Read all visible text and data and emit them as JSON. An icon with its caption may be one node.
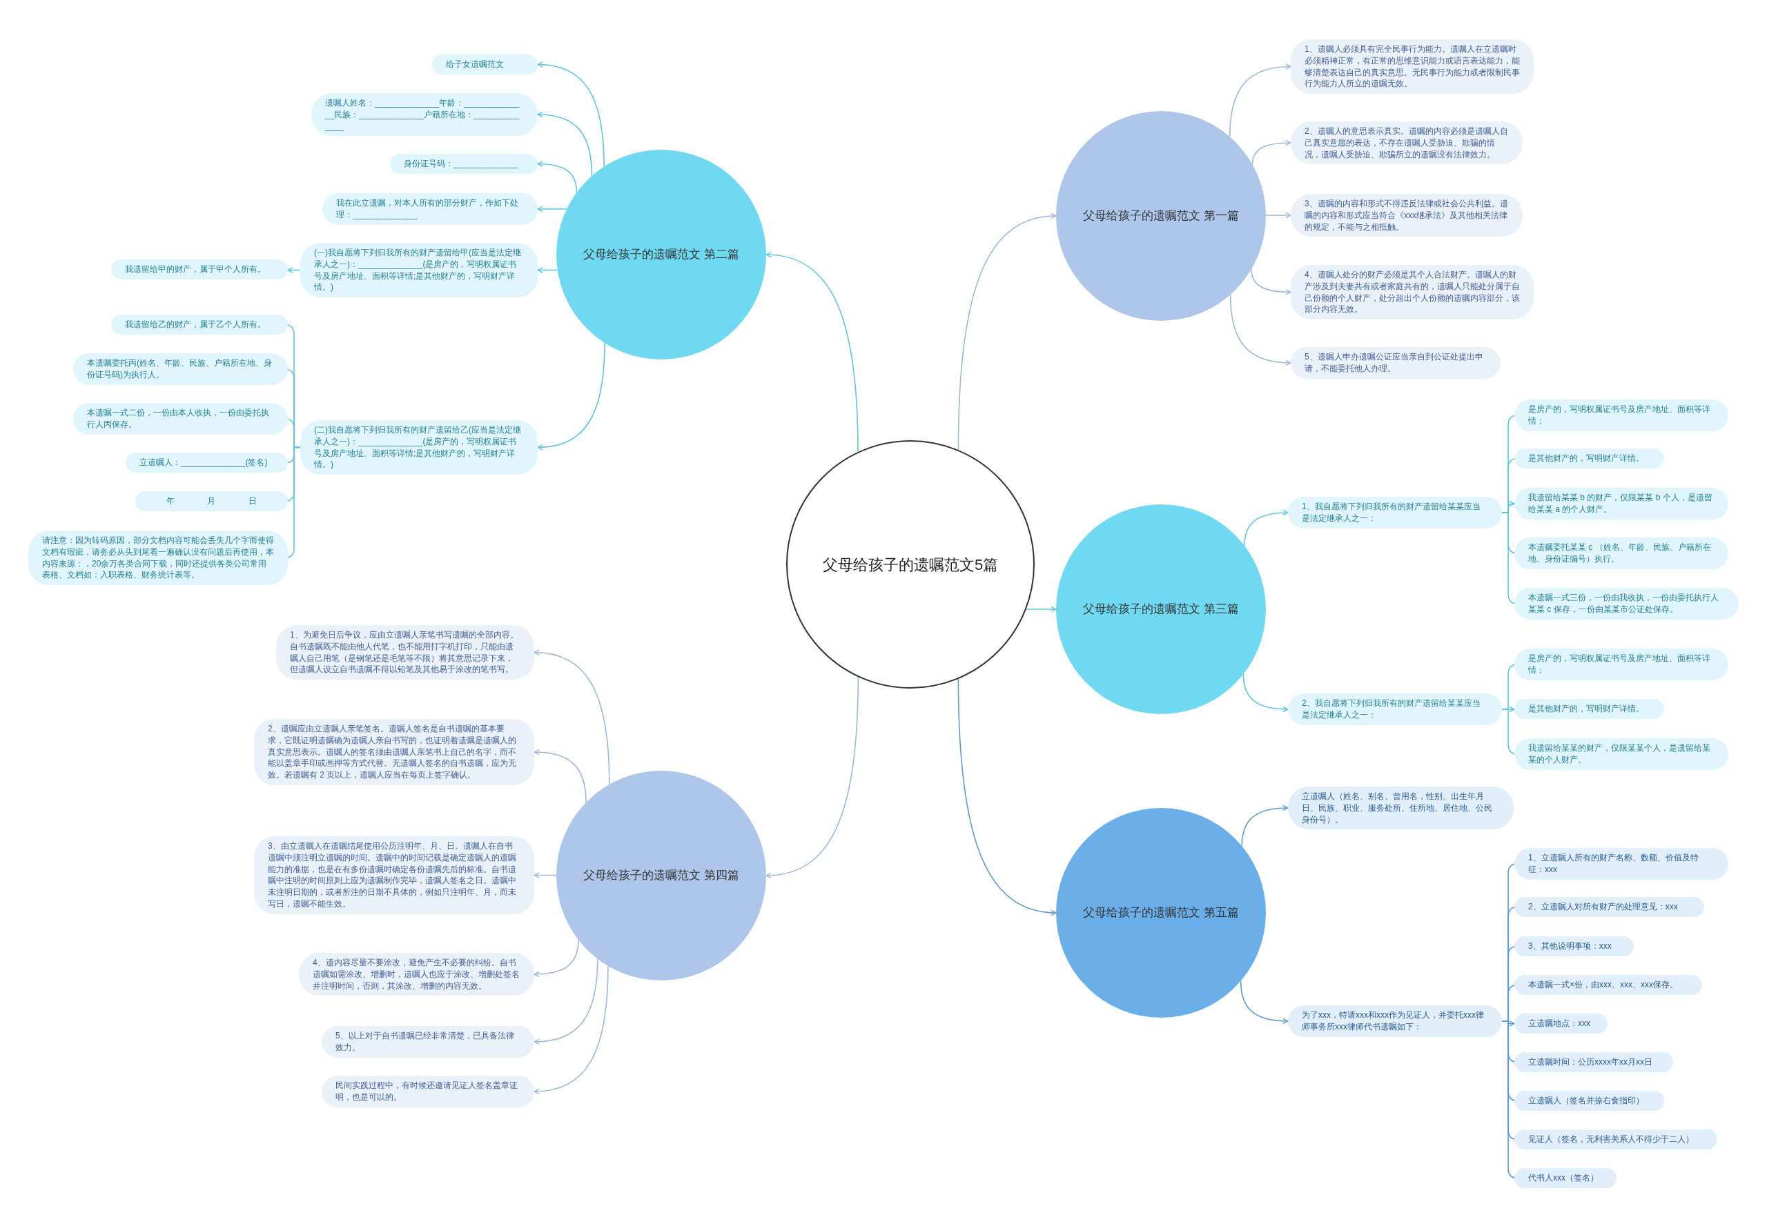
{
  "diagram": {
    "nodes": [
      {
        "text": [
          "父母给孩子的遗嘱范文5篇"
        ]
      },
      {
        "text": [
          "父母给孩子的遗嘱范文 第一篇"
        ]
      },
      {
        "text": [
          "1、遗嘱人必须具有完全民事行为能力。遗嘱人在立遗嘱时必须精神正常，有正常的思维意识能力或语言表达能力，能够清楚表达自己的真实意思。无民事行为能力或者限制民事行为能力人所立的遗嘱无效。"
        ]
      },
      {
        "text": [
          "2、遗嘱人的意思表示真实。遗嘱的内容必须是遗嘱人自己真实意愿的表达，不存在遗嘱人受胁迫、欺骗的情况，遗嘱人受胁迫、欺骗所立的遗嘱没有法律效力。"
        ]
      },
      {
        "text": [
          "3、遗嘱的内容和形式不得违反法律或社会公共利益。遗嘱的内容和形式应当符合《xxx继承法》及其他相关法律的规定，不能与之相抵触。"
        ]
      },
      {
        "text": [
          "4、遗嘱人处分的财产必须是其个人合法财产。遗嘱人的财产涉及到夫妻共有或者家庭共有的，遗嘱人只能处分属于自己份额的个人财产，处分超出个人份额的遗嘱内容部分，该部分内容无效。"
        ]
      },
      {
        "text": [
          "5、遗嘱人申办遗嘱公证应当亲自到公证处提出申请，不能委托他人办理。"
        ]
      },
      {
        "text": [
          "父母给孩子的遗嘱范文 第二篇"
        ]
      },
      {
        "text": [
          "给子女遗嘱范文"
        ]
      },
      {
        "text": [
          "遗嘱人姓名：______________年龄：______________民族：______________户籍所在地：______________"
        ]
      },
      {
        "text": [
          "身份证号码：______________"
        ]
      },
      {
        "text": [
          "我在此立遗嘱，对本人所有的部分财产，作如下处理：______________"
        ]
      },
      {
        "text": [
          "(一)我自愿将下列归我所有的财产遗留给甲(应当是法定继承人之一)：______________(是房产的，写明权属证书号及房产地址、面积等详情;是其他财产的，写明财产详情。)"
        ]
      },
      {
        "text": [
          "我遗留给甲的财产，属于甲个人所有。"
        ]
      },
      {
        "text": [
          "(二)我自愿将下列归我所有的财产遗留给乙(应当是法定继承人之一)：______________(是房产的，写明权属证书号及房产地址、面积等详情;是其他财产的，写明财产详情。)"
        ]
      },
      {
        "text": [
          "我遗留给乙的财产，属于乙个人所有。"
        ]
      },
      {
        "text": [
          "本遗嘱委托丙(姓名、年龄、民族、户籍所在地、身份证号码)为执行人。"
        ]
      },
      {
        "text": [
          "本遗嘱一式二份，一份由本人收执，一份由委托执行人丙保存。"
        ]
      },
      {
        "text": [
          "立遗嘱人：______________(签名)"
        ]
      },
      {
        "text": [
          "年 月 日"
        ]
      },
      {
        "text": [
          "请注意：因为转码原因，部分文档内容可能会丢失几个字而使得文档有瑕疵，请务必从头到尾看一遍确认没有问题后再使用，本内容来源：，20余万各类合同下载，同时还提供各类公司常用表格、文档如：入职表格、财务统计表等。"
        ]
      },
      {
        "text": [
          "父母给孩子的遗嘱范文 第三篇"
        ]
      },
      {
        "text": [
          "1、我自愿将下列归我所有的财产遗留给某某应当是法定继承人之一："
        ]
      },
      {
        "text": [
          "是房产的，写明权属证书号及房产地址、面积等详情；"
        ]
      },
      {
        "text": [
          "是其他财产的，写明财产详情。"
        ]
      },
      {
        "text": [
          "我遗留给某某 b 的财产，仅限某某 b 个人，是遗留给某某 a 的个人财产。"
        ]
      },
      {
        "text": [
          "本遗嘱委托某某 c （姓名、年龄、民族、户籍所在地、身份证编号）执行。"
        ]
      },
      {
        "text": [
          "本遗嘱一式三份，一份由我收执，一份由委托执行人某某 c 保存，一份由某某市公证处保存。"
        ]
      },
      {
        "text": [
          "2、我自愿将下列归我所有的财产遗留给某某应当是法定继承人之一："
        ]
      },
      {
        "text": [
          "是房产的，写明权属证书号及房产地址、面积等详情；"
        ]
      },
      {
        "text": [
          "是其他财产的，写明财产详情。"
        ]
      },
      {
        "text": [
          "我遗留给某某的财产，仅限某某个人，是遗留给某某的个人财产。"
        ]
      },
      {
        "text": [
          "父母给孩子的遗嘱范文 第四篇"
        ]
      },
      {
        "text": [
          "1、为避免日后争议，应由立遗嘱人亲笔书写遗嘱的全部内容。自书遗嘱既不能由他人代笔，也不能用打字机打印，只能由遗嘱人自己用笔（是钢笔还是毛笔等不限）将其意思记录下来，但遗嘱人设立自书遗嘱不得以铅笔及其他易于涂改的笔书写。"
        ]
      },
      {
        "text": [
          "2、遗嘱应由立遗嘱人亲笔签名。遗嘱人签名是自书遗嘱的基本要求，它既证明遗嘱确为遗嘱人亲自书写的，也证明着遗嘱是遗嘱人的真实意思表示。遗嘱人的签名须由遗嘱人亲笔书上自己的名字，而不能以盖章手印或画押等方式代替。无遗嘱人签名的自书遗嘱，应为无效。若遗嘱有 2 页以上，遗嘱人应当在每页上签字确认。"
        ]
      },
      {
        "text": [
          "3、由立遗嘱人在遗嘱结尾使用公历注明年、月、日。遗嘱人在自书遗嘱中须注明立遗嘱的时间。遗嘱中的时间记载是确定遗嘱人的遗嘱能力的准据，也是在有多份遗嘱时确定各份遗嘱先后的标准。自书遗嘱中注明的时间原则上应为遗嘱制作完毕，遗嘱人签名之日。遗嘱中未注明日期的，或者所注的日期不具体的，例如只注明年、月，而未写日，遗嘱不能生效。"
        ]
      },
      {
        "text": [
          "4、遗内容尽量不要涂改，避免产生不必要的纠纷。自书遗嘱如需涂改、增删时，遗嘱人也应于涂改、增删处签名并注明时间，否则，其涂改、增删的内容无效。"
        ]
      },
      {
        "text": [
          "5、以上对于自书遗嘱已经非常清楚，已具备法律效力。"
        ]
      },
      {
        "text": [
          "民间实践过程中，有时候还邀请见证人签名盖章证明，也是可以的。"
        ]
      },
      {
        "text": [
          "父母给孩子的遗嘱范文 第五篇"
        ]
      },
      {
        "text": [
          "立遗嘱人（姓名、别名、曾用名，性别、出生年月日、民族、职业、服务处所、住所地、居住地、公民身份号）。"
        ]
      },
      {
        "text": [
          "为了xxx，特请xxx和xxx作为见证人，并委托xxx律师事务所xxx律师代书遗嘱如下："
        ]
      },
      {
        "text": [
          "1、立遗嘱人所有的财产名称、数额、价值及特征：xxx"
        ]
      },
      {
        "text": [
          "2、立遗嘱人对所有财产的处理意见：xxx"
        ]
      },
      {
        "text": [
          "3、其他说明事项：xxx"
        ]
      },
      {
        "text": [
          "本遗嘱一式×份，由xxx、xxx、xxx保存。"
        ]
      },
      {
        "text": [
          "立遗嘱地点：xxx"
        ]
      },
      {
        "text": [
          "立遗嘱时间：公历xxxx年xx月xx日"
        ]
      },
      {
        "text": [
          "立遗嘱人（签名并捺右食指印）"
        ]
      },
      {
        "text": [
          "见证人（签名，无利害关系人不得少于二人）"
        ]
      },
      {
        "text": [
          "代书人xxx（签名）"
        ]
      }
    ],
    "edges": [
      {
        "from": 0,
        "to": 1,
        "arrow": "to",
        "color": "#9fb6dc"
      },
      {
        "from": 0,
        "to": 7,
        "arrow": "to"
      },
      {
        "from": 0,
        "to": 21,
        "arrow": "to"
      },
      {
        "from": 0,
        "to": 32,
        "arrow": "to",
        "color": "#9fb6dc"
      },
      {
        "from": 0,
        "to": 39,
        "arrow": "to",
        "color": "#5b9bd5"
      },
      {
        "from": 1,
        "to": 2,
        "arrow": "to",
        "color": "#9fb6dc"
      },
      {
        "from": 1,
        "to": 3,
        "arrow": "to",
        "color": "#9fb6dc"
      },
      {
        "from": 1,
        "to": 4,
        "arrow": "to",
        "color": "#9fb6dc"
      },
      {
        "from": 1,
        "to": 5,
        "arrow": "to",
        "color": "#9fb6dc"
      },
      {
        "from": 1,
        "to": 6,
        "arrow": "to",
        "color": "#9fb6dc"
      },
      {
        "from": 7,
        "to": 8,
        "arrow": "to"
      },
      {
        "from": 7,
        "to": 9,
        "arrow": "to"
      },
      {
        "from": 7,
        "to": 10,
        "arrow": "to"
      },
      {
        "from": 7,
        "to": 11,
        "arrow": "to"
      },
      {
        "from": 7,
        "to": 12,
        "arrow": "to"
      },
      {
        "from": 7,
        "to": 14,
        "arrow": "to"
      },
      {
        "from": 12,
        "to": 13,
        "arrow": "to"
      },
      {
        "from": 14,
        "to": 15,
        "arrow": "to"
      },
      {
        "from": 14,
        "to": 16,
        "arrow": "to"
      },
      {
        "from": 14,
        "to": 17,
        "arrow": "to"
      },
      {
        "from": 14,
        "to": 18,
        "arrow": "to"
      },
      {
        "from": 14,
        "to": 19,
        "arrow": "to"
      },
      {
        "from": 14,
        "to": 20,
        "arrow": "to"
      },
      {
        "from": 21,
        "to": 22,
        "arrow": "to"
      },
      {
        "from": 21,
        "to": 28,
        "arrow": "to"
      },
      {
        "from": 22,
        "to": 23,
        "arrow": "to"
      },
      {
        "from": 22,
        "to": 24,
        "arrow": "to"
      },
      {
        "from": 22,
        "to": 25,
        "arrow": "to"
      },
      {
        "from": 22,
        "to": 26,
        "arrow": "to"
      },
      {
        "from": 22,
        "to": 27,
        "arrow": "to"
      },
      {
        "from": 28,
        "to": 29,
        "arrow": "to"
      },
      {
        "from": 28,
        "to": 30,
        "arrow": "to"
      },
      {
        "from": 28,
        "to": 31,
        "arrow": "to"
      },
      {
        "from": 32,
        "to": 33,
        "arrow": "to",
        "color": "#9fb6dc"
      },
      {
        "from": 32,
        "to": 34,
        "arrow": "to",
        "color": "#9fb6dc"
      },
      {
        "from": 32,
        "to": 35,
        "arrow": "to",
        "color": "#9fb6dc"
      },
      {
        "from": 32,
        "to": 36,
        "arrow": "to",
        "color": "#9fb6dc"
      },
      {
        "from": 32,
        "to": 37,
        "arrow": "to",
        "color": "#9fb6dc"
      },
      {
        "from": 32,
        "to": 38,
        "arrow": "to",
        "color": "#9fb6dc"
      },
      {
        "from": 39,
        "to": 40,
        "arrow": "to",
        "color": "#5b9bd5"
      },
      {
        "from": 39,
        "to": 41,
        "arrow": "to",
        "color": "#5b9bd5"
      },
      {
        "from": 41,
        "to": 42,
        "arrow": "to",
        "color": "#5b9bd5"
      },
      {
        "from": 41,
        "to": 43,
        "arrow": "to",
        "color": "#5b9bd5"
      },
      {
        "from": 41,
        "to": 44,
        "arrow": "to",
        "color": "#5b9bd5"
      },
      {
        "from": 41,
        "to": 45,
        "arrow": "to",
        "color": "#5b9bd5"
      },
      {
        "from": 41,
        "to": 46,
        "arrow": "to",
        "color": "#5b9bd5"
      },
      {
        "from": 41,
        "to": 47,
        "arrow": "to",
        "color": "#5b9bd5"
      },
      {
        "from": 41,
        "to": 48,
        "arrow": "to",
        "color": "#5b9bd5"
      },
      {
        "from": 41,
        "to": 49,
        "arrow": "to",
        "color": "#5b9bd5"
      },
      {
        "from": 41,
        "to": 50,
        "arrow": "to",
        "color": "#5b9bd5"
      }
    ]
  }
}
